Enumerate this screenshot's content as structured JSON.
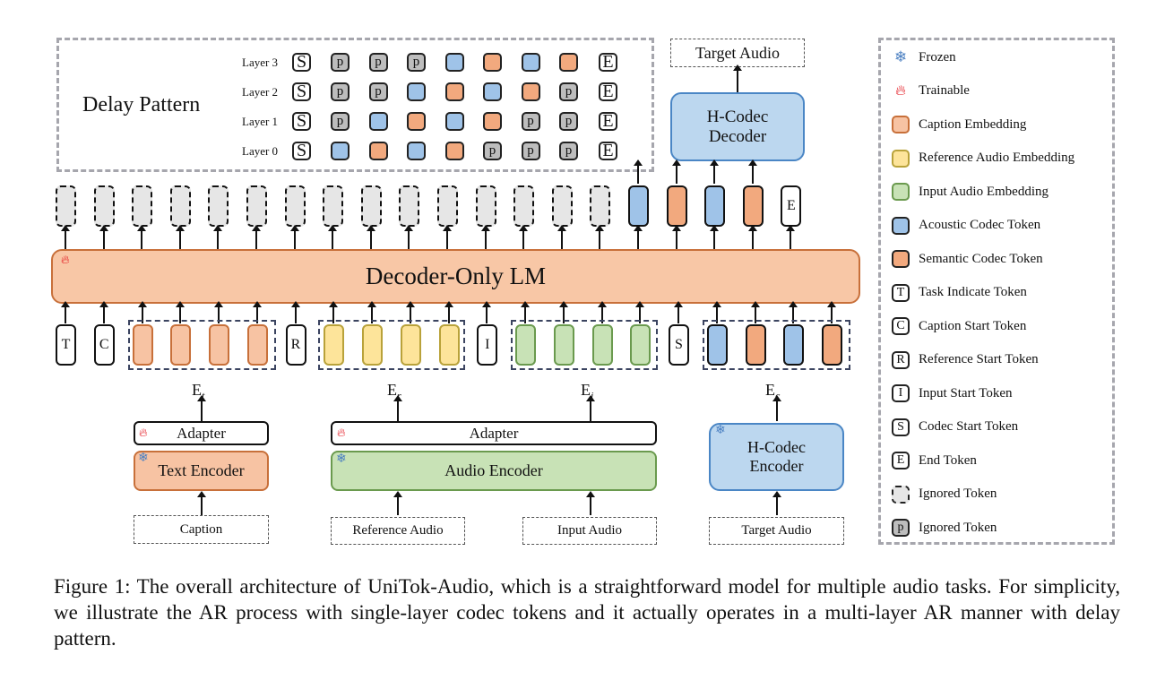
{
  "delay_pattern": {
    "title": "Delay Pattern",
    "layers": [
      {
        "label": "Layer 3",
        "tokens": [
          "S",
          "p",
          "p",
          "p",
          "acoustic",
          "semantic",
          "acoustic",
          "semantic",
          "E"
        ]
      },
      {
        "label": "Layer 2",
        "tokens": [
          "S",
          "p",
          "p",
          "acoustic",
          "semantic",
          "acoustic",
          "semantic",
          "p",
          "E"
        ]
      },
      {
        "label": "Layer 1",
        "tokens": [
          "S",
          "p",
          "acoustic",
          "semantic",
          "acoustic",
          "semantic",
          "p",
          "p",
          "E"
        ]
      },
      {
        "label": "Layer 0",
        "tokens": [
          "S",
          "acoustic",
          "semantic",
          "acoustic",
          "semantic",
          "p",
          "p",
          "p",
          "E"
        ]
      }
    ]
  },
  "decoder": {
    "title": "Decoder-Only LM",
    "training_icon": "flame-icon",
    "outputs": [
      "ignored",
      "ignored",
      "ignored",
      "ignored",
      "ignored",
      "ignored",
      "ignored",
      "ignored",
      "ignored",
      "ignored",
      "ignored",
      "ignored",
      "ignored",
      "ignored",
      "ignored",
      "acoustic",
      "semantic",
      "acoustic",
      "semantic",
      "E"
    ],
    "inputs": [
      "T",
      "C",
      "caption",
      "caption",
      "caption",
      "caption",
      "R",
      "reference",
      "reference",
      "reference",
      "reference",
      "I",
      "input",
      "input",
      "input",
      "input",
      "S",
      "acoustic",
      "semantic",
      "acoustic",
      "semantic"
    ]
  },
  "hcodec_decoder": {
    "title_line1": "H-Codec",
    "title_line2": "Decoder",
    "output": "Target Audio"
  },
  "encoders": {
    "text": {
      "adapter": "Adapter",
      "encoder": "Text Encoder",
      "input": "Caption",
      "embedding": "E",
      "embedding_sub": "t"
    },
    "audio": {
      "adapter": "Adapter",
      "encoder": "Audio Encoder",
      "input_ref": "Reference Audio",
      "input_in": "Input Audio",
      "embedding_ref": "E",
      "embedding_ref_sub": "r",
      "embedding_in": "E",
      "embedding_in_sub": "i"
    },
    "hcodec": {
      "title_line1": "H-Codec",
      "title_line2": "Encoder",
      "input": "Target Audio",
      "embedding": "E",
      "embedding_sub": "c"
    }
  },
  "legend": [
    {
      "icon": "snowflake-icon",
      "label": "Frozen"
    },
    {
      "icon": "flame-icon",
      "label": "Trainable"
    },
    {
      "swatch": "caption",
      "label": "Caption Embedding"
    },
    {
      "swatch": "reference",
      "label": "Reference Audio Embedding"
    },
    {
      "swatch": "input",
      "label": "Input Audio Embedding"
    },
    {
      "swatch": "acoustic",
      "label": "Acoustic Codec Token"
    },
    {
      "swatch": "semantic",
      "label": "Semantic Codec Token"
    },
    {
      "swatch": "letter",
      "letter": "T",
      "label": "Task Indicate Token"
    },
    {
      "swatch": "letter",
      "letter": "C",
      "label": "Caption Start Token"
    },
    {
      "swatch": "letter",
      "letter": "R",
      "label": "Reference Start Token"
    },
    {
      "swatch": "letter",
      "letter": "I",
      "label": "Input Start Token"
    },
    {
      "swatch": "letter",
      "letter": "S",
      "label": "Codec Start Token"
    },
    {
      "swatch": "letter",
      "letter": "E",
      "label": "End Token"
    },
    {
      "swatch": "ignored",
      "label": "Ignored Token"
    },
    {
      "swatch": "pad",
      "letter": "p",
      "label": "Ignored Token"
    }
  ],
  "colors": {
    "caption": "#f7c3a3",
    "reference": "#fde49a",
    "input": "#c8e2b6",
    "acoustic": "#9fc3e8",
    "semantic": "#f2a97e",
    "ignored": "#e6e6e6",
    "pad": "#bdbdbd",
    "decoder_fill": "#f8c7a6",
    "decoder_border": "#c8703a"
  },
  "figure_caption": "Figure 1: The overall architecture of UniTok-Audio, which is a straightforward model for multiple audio tasks. For simplicity, we illustrate the AR process with single-layer codec tokens and it actually operates in a multi-layer AR manner with delay pattern."
}
